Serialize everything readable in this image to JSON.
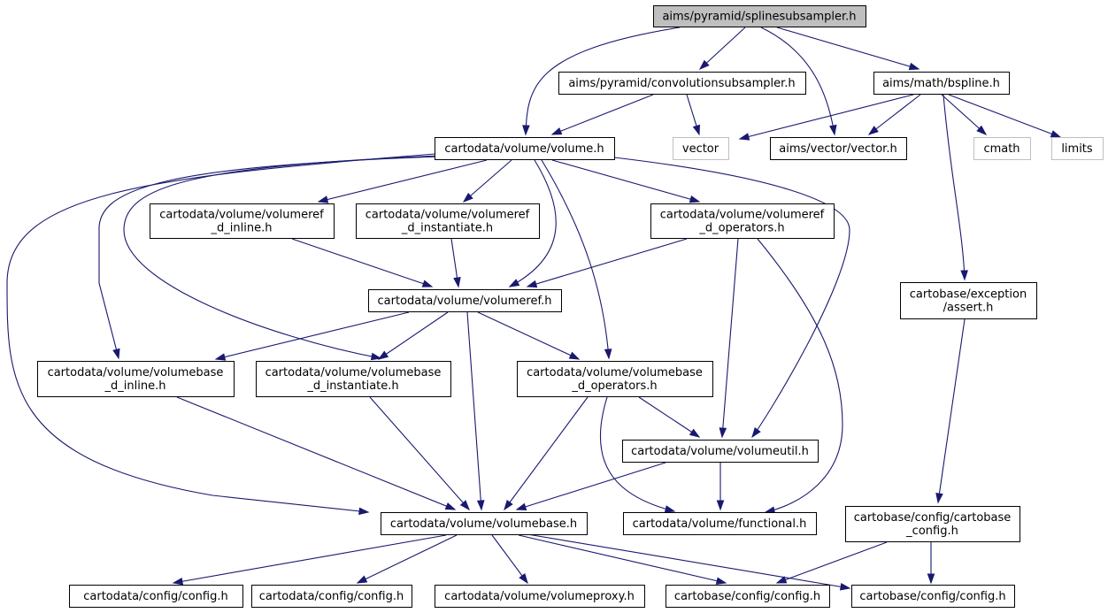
{
  "graph": {
    "nodes": [
      {
        "id": "splinesubsampler",
        "lines": [
          "aims/pyramid/splinesubsampler.h"
        ],
        "kind": "root"
      },
      {
        "id": "convolutionsubsampler",
        "lines": [
          "aims/pyramid/convolutionsubsampler.h"
        ],
        "kind": "normal"
      },
      {
        "id": "bspline",
        "lines": [
          "aims/math/bspline.h"
        ],
        "kind": "normal"
      },
      {
        "id": "volume",
        "lines": [
          "cartodata/volume/volume.h"
        ],
        "kind": "normal"
      },
      {
        "id": "vector",
        "lines": [
          "vector"
        ],
        "kind": "external"
      },
      {
        "id": "aimsvector",
        "lines": [
          "aims/vector/vector.h"
        ],
        "kind": "normal"
      },
      {
        "id": "cmath",
        "lines": [
          "cmath"
        ],
        "kind": "external"
      },
      {
        "id": "limits",
        "lines": [
          "limits"
        ],
        "kind": "external"
      },
      {
        "id": "vr_inline",
        "lines": [
          "cartodata/volume/volumeref",
          "_d_inline.h"
        ],
        "kind": "normal"
      },
      {
        "id": "vr_inst",
        "lines": [
          "cartodata/volume/volumeref",
          "_d_instantiate.h"
        ],
        "kind": "normal"
      },
      {
        "id": "vr_ops",
        "lines": [
          "cartodata/volume/volumeref",
          "_d_operators.h"
        ],
        "kind": "normal"
      },
      {
        "id": "volumeref",
        "lines": [
          "cartodata/volume/volumeref.h"
        ],
        "kind": "normal"
      },
      {
        "id": "exc_assert",
        "lines": [
          "cartobase/exception",
          "/assert.h"
        ],
        "kind": "normal"
      },
      {
        "id": "vb_inline",
        "lines": [
          "cartodata/volume/volumebase",
          "_d_inline.h"
        ],
        "kind": "normal"
      },
      {
        "id": "vb_inst",
        "lines": [
          "cartodata/volume/volumebase",
          "_d_instantiate.h"
        ],
        "kind": "normal"
      },
      {
        "id": "vb_ops",
        "lines": [
          "cartodata/volume/volumebase",
          "_d_operators.h"
        ],
        "kind": "normal"
      },
      {
        "id": "volumeutil",
        "lines": [
          "cartodata/volume/volumeutil.h"
        ],
        "kind": "normal"
      },
      {
        "id": "volumebase",
        "lines": [
          "cartodata/volume/volumebase.h"
        ],
        "kind": "normal"
      },
      {
        "id": "functional",
        "lines": [
          "cartodata/volume/functional.h"
        ],
        "kind": "normal"
      },
      {
        "id": "cb_config",
        "lines": [
          "cartobase/config/cartobase",
          "_config.h"
        ],
        "kind": "normal"
      },
      {
        "id": "cd_config1",
        "lines": [
          "cartodata/config/config.h"
        ],
        "kind": "normal"
      },
      {
        "id": "cd_config2",
        "lines": [
          "cartodata/config/config.h"
        ],
        "kind": "normal"
      },
      {
        "id": "volumeproxy",
        "lines": [
          "cartodata/volume/volumeproxy.h"
        ],
        "kind": "normal"
      },
      {
        "id": "cb_configh1",
        "lines": [
          "cartobase/config/config.h"
        ],
        "kind": "normal"
      },
      {
        "id": "cb_configh2",
        "lines": [
          "cartobase/config/config.h"
        ],
        "kind": "normal"
      }
    ],
    "edges": [
      [
        "splinesubsampler",
        "convolutionsubsampler"
      ],
      [
        "splinesubsampler",
        "volume"
      ],
      [
        "splinesubsampler",
        "aimsvector"
      ],
      [
        "splinesubsampler",
        "bspline"
      ],
      [
        "convolutionsubsampler",
        "volume"
      ],
      [
        "convolutionsubsampler",
        "vector"
      ],
      [
        "bspline",
        "vector"
      ],
      [
        "bspline",
        "aimsvector"
      ],
      [
        "bspline",
        "cmath"
      ],
      [
        "bspline",
        "limits"
      ],
      [
        "bspline",
        "exc_assert"
      ],
      [
        "volume",
        "vr_inline"
      ],
      [
        "volume",
        "vr_inst"
      ],
      [
        "volume",
        "vr_ops"
      ],
      [
        "volume",
        "volumeref"
      ],
      [
        "volume",
        "vb_inline"
      ],
      [
        "volume",
        "vb_inst"
      ],
      [
        "volume",
        "vb_ops"
      ],
      [
        "volume",
        "volumeutil"
      ],
      [
        "volume",
        "volumebase"
      ],
      [
        "vr_inline",
        "volumeref"
      ],
      [
        "vr_inst",
        "volumeref"
      ],
      [
        "vr_ops",
        "volumeref"
      ],
      [
        "vr_ops",
        "volumeutil"
      ],
      [
        "vr_ops",
        "functional"
      ],
      [
        "volumeref",
        "vb_inline"
      ],
      [
        "volumeref",
        "vb_inst"
      ],
      [
        "volumeref",
        "vb_ops"
      ],
      [
        "volumeref",
        "volumebase"
      ],
      [
        "exc_assert",
        "cb_config"
      ],
      [
        "vb_inline",
        "volumebase"
      ],
      [
        "vb_inst",
        "volumebase"
      ],
      [
        "vb_ops",
        "volumebase"
      ],
      [
        "vb_ops",
        "volumeutil"
      ],
      [
        "vb_ops",
        "functional"
      ],
      [
        "volumeutil",
        "volumebase"
      ],
      [
        "volumeutil",
        "functional"
      ],
      [
        "volumebase",
        "cd_config1"
      ],
      [
        "volumebase",
        "cd_config2"
      ],
      [
        "volumebase",
        "volumeproxy"
      ],
      [
        "volumebase",
        "cb_configh1"
      ],
      [
        "volumebase",
        "cb_configh2"
      ],
      [
        "cb_config",
        "cb_configh1"
      ],
      [
        "cb_config",
        "cb_configh2"
      ]
    ]
  },
  "colors": {
    "edge": "#191970",
    "root_fill": "#bfbfbf",
    "external_border": "#bfbfbf",
    "border": "#000000"
  }
}
